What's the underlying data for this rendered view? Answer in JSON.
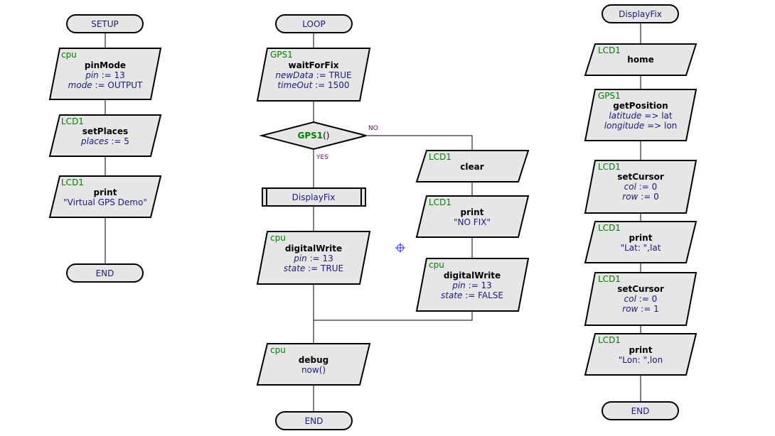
{
  "colors": {
    "fill": "#e6e6e6",
    "device": "#008000",
    "param": "#1a1a80",
    "branch": "#800080"
  },
  "setup": {
    "start": "SETUP",
    "end": "END",
    "blocks": [
      {
        "device": "cpu",
        "op": "pinMode",
        "lines": [
          {
            "name": "pin",
            "rest": " := 13"
          },
          {
            "name": "mode",
            "rest": " := OUTPUT"
          }
        ]
      },
      {
        "device": "LCD1",
        "op": "setPlaces",
        "lines": [
          {
            "name": "places",
            "rest": " := 5"
          }
        ]
      },
      {
        "device": "LCD1",
        "op": "print",
        "lines": [
          {
            "name": "",
            "rest": "\"Virtual GPS Demo\""
          }
        ]
      }
    ]
  },
  "loop": {
    "start": "LOOP",
    "end": "END",
    "wait": {
      "device": "GPS1",
      "op": "waitForFix",
      "lines": [
        {
          "name": "newData",
          "rest": " := TRUE"
        },
        {
          "name": "timeOut",
          "rest": " := 1500"
        }
      ]
    },
    "decision": {
      "device": "GPS1",
      "suffix": "()",
      "yes": "YES",
      "no": "NO"
    },
    "subroutine": "DisplayFix",
    "dw_true": {
      "device": "cpu",
      "op": "digitalWrite",
      "lines": [
        {
          "name": "pin",
          "rest": " := 13"
        },
        {
          "name": "state",
          "rest": " := TRUE"
        }
      ]
    },
    "clear": {
      "device": "LCD1",
      "op": "clear"
    },
    "print_nofix": {
      "device": "LCD1",
      "op": "print",
      "lines": [
        {
          "name": "",
          "rest": "\"NO FIX\""
        }
      ]
    },
    "dw_false": {
      "device": "cpu",
      "op": "digitalWrite",
      "lines": [
        {
          "name": "pin",
          "rest": " := 13"
        },
        {
          "name": "state",
          "rest": " := FALSE"
        }
      ]
    },
    "debug": {
      "device": "cpu",
      "op": "debug",
      "lines": [
        {
          "name": "",
          "rest": "now()"
        }
      ]
    }
  },
  "displayfix": {
    "start": "DisplayFix",
    "end": "END",
    "blocks": [
      {
        "device": "LCD1",
        "op": "home",
        "lines": []
      },
      {
        "device": "GPS1",
        "op": "getPosition",
        "lines": [
          {
            "name": "latitude",
            "rest": " => lat"
          },
          {
            "name": "longitude",
            "rest": " => lon"
          }
        ]
      },
      {
        "device": "LCD1",
        "op": "setCursor",
        "lines": [
          {
            "name": "col",
            "rest": " := 0"
          },
          {
            "name": "row",
            "rest": " := 0"
          }
        ]
      },
      {
        "device": "LCD1",
        "op": "print",
        "lines": [
          {
            "name": "",
            "rest": "\"Lat: \",lat"
          }
        ]
      },
      {
        "device": "LCD1",
        "op": "setCursor",
        "lines": [
          {
            "name": "col",
            "rest": " := 0"
          },
          {
            "name": "row",
            "rest": " := 1"
          }
        ]
      },
      {
        "device": "LCD1",
        "op": "print",
        "lines": [
          {
            "name": "",
            "rest": "\"Lon: \",lon"
          }
        ]
      }
    ]
  }
}
